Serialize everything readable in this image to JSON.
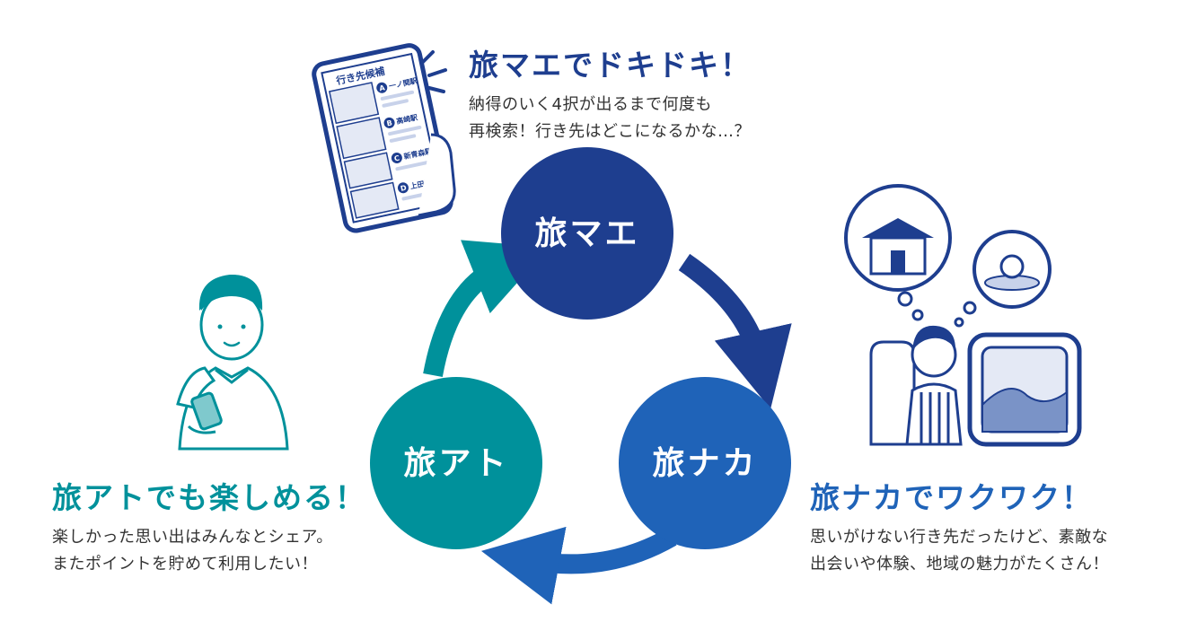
{
  "phases": {
    "before": {
      "label": "旅マエ",
      "heading": "旅マエでドキドキ！",
      "desc": [
        "納得のいく4択が出るまで何度も",
        "再検索！行き先はどこになるかな…？"
      ],
      "circle_color": "#1e3e8f",
      "heading_color": "#1e3e8f"
    },
    "during": {
      "label": "旅ナカ",
      "heading": "旅ナカでワクワク！",
      "desc": [
        "思いがけない行き先だったけど、素敵な",
        "出会いや体験、地域の魅力がたくさん！"
      ],
      "circle_color": "#1f63b8",
      "heading_color": "#1f63b8"
    },
    "after": {
      "label": "旅アト",
      "heading": "旅アトでも楽しめる！",
      "desc": [
        "楽しかった思い出はみんなとシェア。",
        "またポイントを貯めて利用したい！"
      ],
      "circle_color": "#00919b",
      "heading_color": "#00919b"
    }
  },
  "phone": {
    "title": "行き先候補",
    "options": [
      {
        "letter": "A",
        "station": "一ノ関駅"
      },
      {
        "letter": "B",
        "station": "高崎駅"
      },
      {
        "letter": "C",
        "station": "新青森駅"
      },
      {
        "letter": "D",
        "station": "上田駅"
      }
    ]
  },
  "colors": {
    "navy": "#1e3e8f",
    "blue": "#1f63b8",
    "teal": "#00919b",
    "text": "#333333"
  },
  "icons": [
    "smartphone-hand-illustration",
    "person-smartphone-illustration",
    "train-window-traveler-illustration"
  ]
}
